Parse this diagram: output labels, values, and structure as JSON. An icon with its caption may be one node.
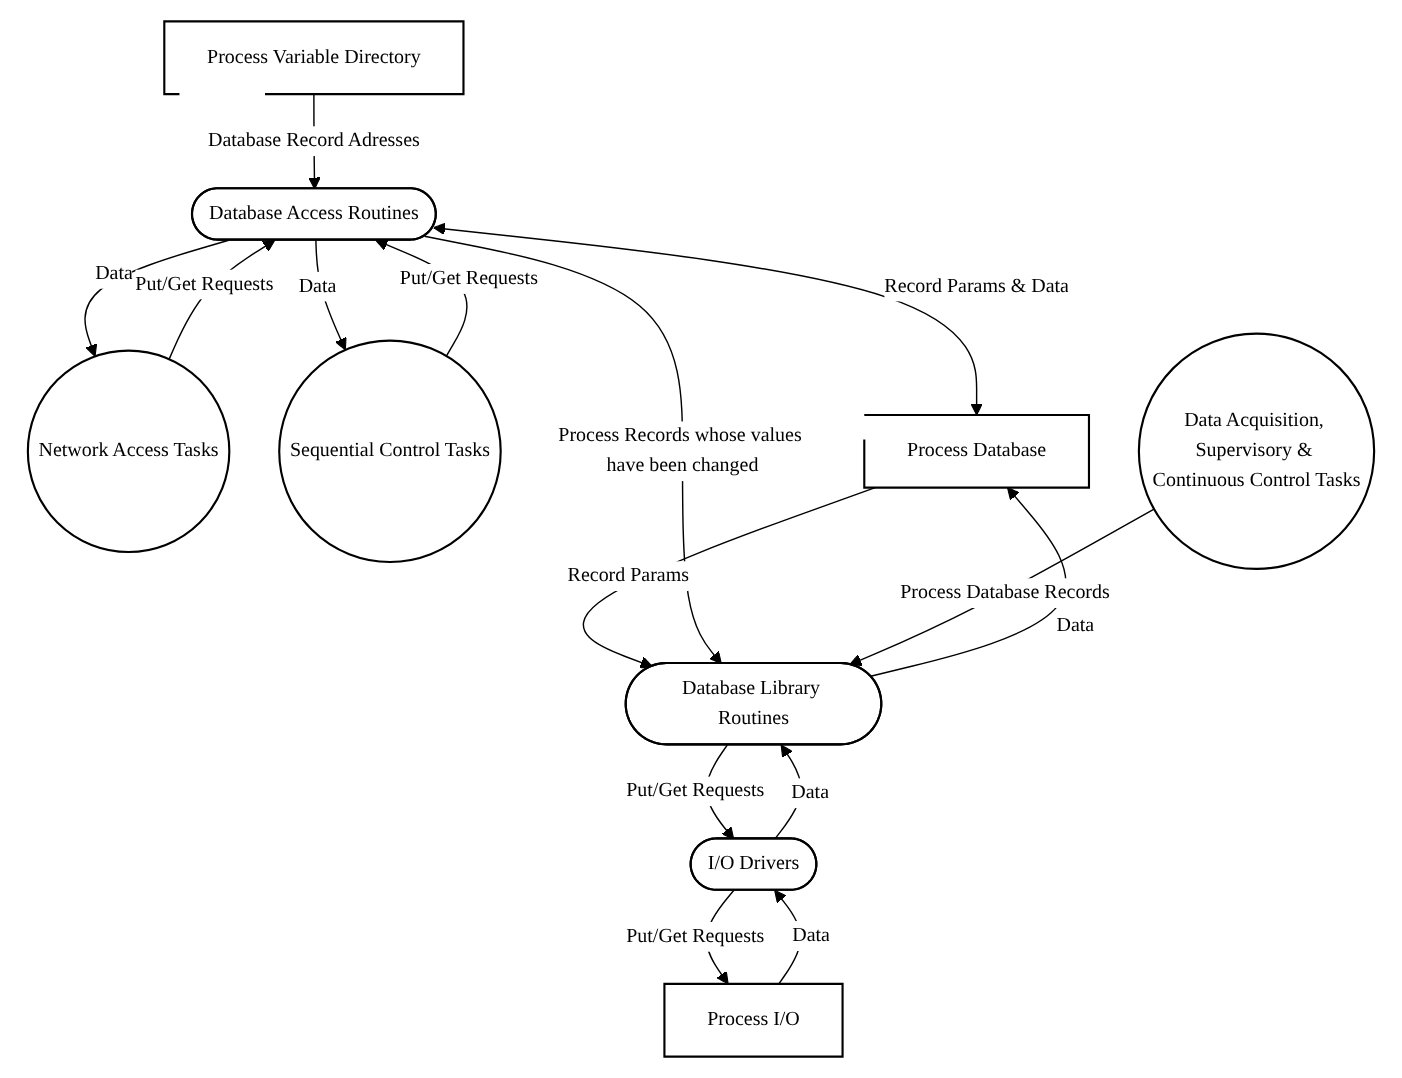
{
  "diagram": {
    "nodes": [
      {
        "text": [
          "Network Access Tasks"
        ]
      },
      {
        "text": [
          "Database Access Routines"
        ]
      },
      {
        "text": [
          "Sequential Control Tasks"
        ]
      },
      {
        "text": [
          "Process Variable Directory"
        ]
      },
      {
        "text": [
          "Process Database"
        ]
      },
      {
        "text": [
          "Database Library Routines"
        ]
      },
      {
        "text": [
          "Data Acquisition, Supervisory & Continuous Control Tasks"
        ]
      },
      {
        "text": [
          "I/O Drivers"
        ]
      },
      {
        "text": [
          "Process I/O"
        ]
      }
    ],
    "edges": [
      {
        "from": 0,
        "to": 1,
        "arrow": "to",
        "label": "Put/Get Requests"
      },
      {
        "from": 1,
        "to": 0,
        "arrow": "to",
        "label": "Data"
      },
      {
        "from": 2,
        "to": 1,
        "arrow": "to",
        "label": "Put/Get Requests"
      },
      {
        "from": 1,
        "to": 2,
        "arrow": "to",
        "label": "Data"
      },
      {
        "from": 3,
        "to": 1,
        "arrow": "to",
        "label": "Database Record Adresses"
      },
      {
        "from": 1,
        "to": 4,
        "arrow": "both",
        "label": "Record Params & Data"
      },
      {
        "from": 5,
        "to": 4,
        "arrow": "to",
        "label": "Data"
      },
      {
        "from": 4,
        "to": 5,
        "arrow": "to",
        "label": "Record Params"
      },
      {
        "from": 1,
        "to": 5,
        "arrow": "to",
        "label": "Process Records whose values have been changed"
      },
      {
        "from": 6,
        "to": 5,
        "arrow": "to",
        "label": "Process Database Records"
      },
      {
        "from": 5,
        "to": 7,
        "arrow": "to",
        "label": "Put/Get Requests"
      },
      {
        "from": 7,
        "to": 5,
        "arrow": "to",
        "label": "Data"
      },
      {
        "from": 7,
        "to": 8,
        "arrow": "to",
        "label": "Put/Get Requests"
      },
      {
        "from": 8,
        "to": 7,
        "arrow": "to",
        "label": "Data"
      }
    ]
  }
}
